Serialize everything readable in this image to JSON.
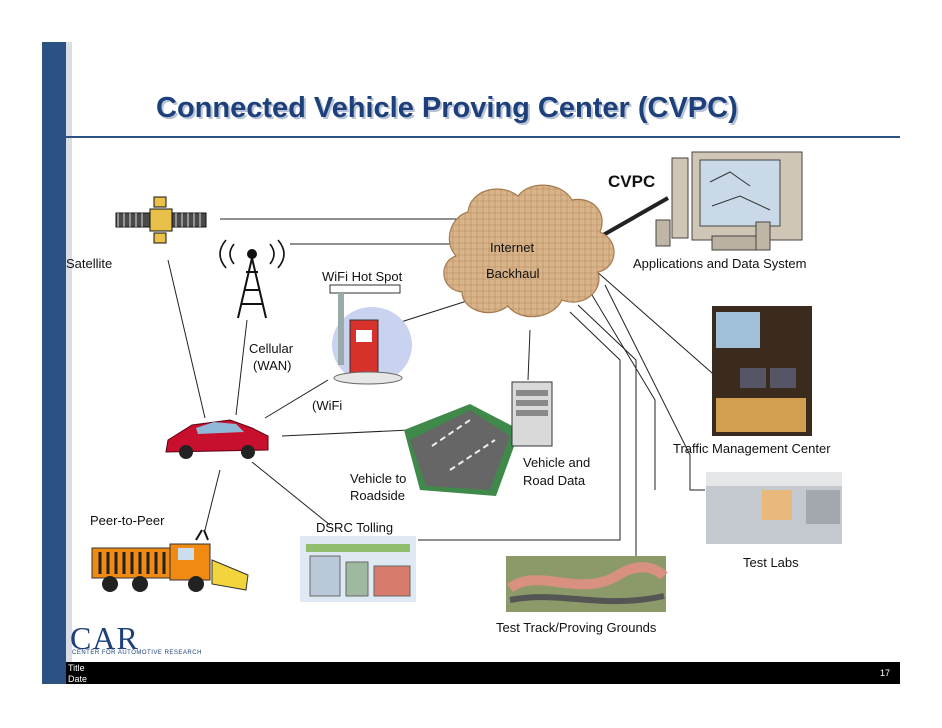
{
  "slide": {
    "title": "Connected Vehicle Proving Center (CVPC)",
    "footer_title": "Title",
    "footer_date": "Date",
    "page_number": "17"
  },
  "logo": {
    "main": "CAR",
    "sub": "CENTER FOR AUTOMOTIVE RESEARCH"
  },
  "nodes": {
    "cvpc": "CVPC",
    "internet": "Internet",
    "backhaul": "Backhaul",
    "applications": "Applications and Data System",
    "satellite": "Satellite",
    "wifi_hotspot": "WiFi Hot Spot",
    "cellular_1": "Cellular",
    "cellular_2": "(WAN)",
    "wifi": "(WiFi",
    "vehicle_roadside_1": "Vehicle to",
    "vehicle_roadside_2": "Roadside",
    "vehicle_road_data_1": "Vehicle and",
    "vehicle_road_data_2": "Road Data",
    "traffic_mgmt": "Traffic Management Center",
    "peer": "Peer-to-Peer",
    "dsrc": "DSRC Tolling",
    "test_labs": "Test Labs",
    "test_track": "Test Track/Proving Grounds"
  },
  "colors": {
    "brand_blue": "#2c5283",
    "title_blue": "#1d3f7a",
    "cloud": "#d9b48a",
    "car_red": "#c8102e",
    "truck_orange": "#f08a12"
  }
}
